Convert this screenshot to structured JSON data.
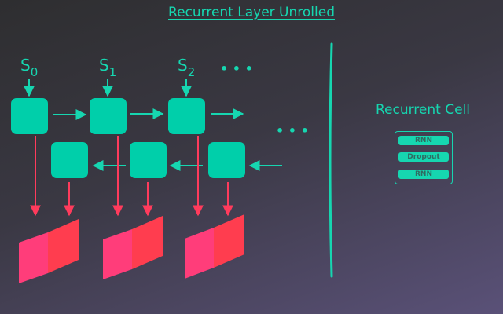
{
  "title": "Recurrent Layer Unrolled",
  "states": [
    {
      "main": "S",
      "sub": "0"
    },
    {
      "main": "S",
      "sub": "1"
    },
    {
      "main": "S",
      "sub": "2"
    }
  ],
  "ellipsis": "• • •",
  "cell": {
    "title": "Recurrent Cell",
    "layers": [
      "RNN",
      "Dropout",
      "RNN"
    ]
  },
  "colors": {
    "teal": "#00cfaa",
    "arrow_teal": "#16d6b0",
    "red_arrow": "#ff3b5c",
    "output_pink": "#ff3d7a",
    "output_red": "#ff3d4f"
  }
}
